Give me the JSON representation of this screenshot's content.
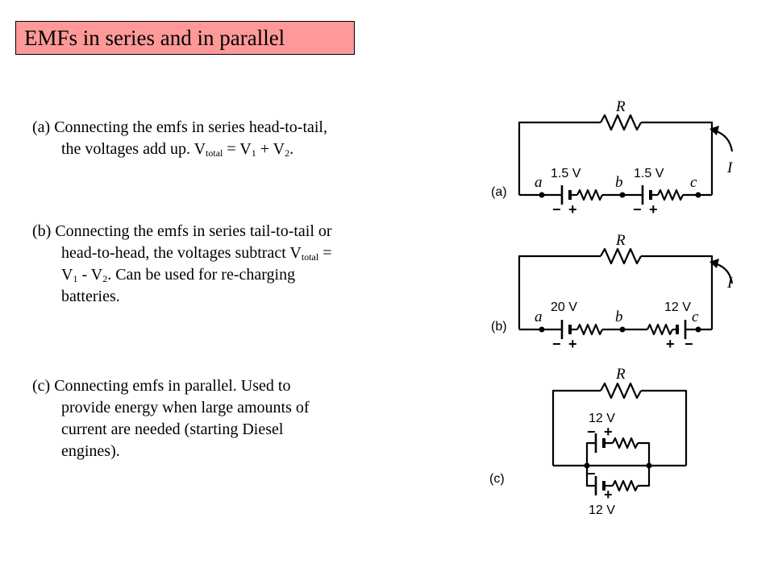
{
  "title": {
    "text": "EMFs in series and in parallel",
    "background": "#ff9999"
  },
  "paragraphs": {
    "a": {
      "marker": "(a)",
      "line1": "Connecting the emfs in series head-to-tail,",
      "line2_prefix": "the voltages add up. V",
      "line2_sub": "total",
      "line2_mid1": " = V",
      "line2_sub1": "1",
      "line2_mid2": " + V",
      "line2_sub2": "2",
      "line2_end": "."
    },
    "b": {
      "marker": "(b)",
      "line1": "Connecting the emfs in series tail-to-tail or",
      "line2_prefix": "head-to-head, the voltages subtract V",
      "line2_sub": "total",
      "line2_end": " =",
      "line3_prefix": "V",
      "line3_sub1": "1",
      "line3_mid": " - V",
      "line3_sub2": "2",
      "line3_end": ".  Can be used for re-charging",
      "line4": "batteries."
    },
    "c": {
      "marker": "(c)",
      "line1": "Connecting emfs in parallel. Used to",
      "line2": "provide energy when large amounts of",
      "line3": "current are needed (starting Diesel",
      "line4": "engines)."
    }
  },
  "diagrams": {
    "a": {
      "label": "(a)",
      "resistor": "R",
      "current": "I",
      "node_a": "a",
      "node_b": "b",
      "node_c": "c",
      "emf1": "1.5 V",
      "emf2": "1.5 V",
      "minus": "−",
      "plus": "+"
    },
    "b": {
      "label": "(b)",
      "resistor": "R",
      "current": "I",
      "node_a": "a",
      "node_b": "b",
      "node_c": "c",
      "emf1": "20 V",
      "emf2": "12 V",
      "minus": "−",
      "plus": "+"
    },
    "c": {
      "label": "(c)",
      "resistor": "R",
      "emf1": "12 V",
      "emf2": "12 V",
      "minus": "−",
      "plus": "+"
    }
  }
}
